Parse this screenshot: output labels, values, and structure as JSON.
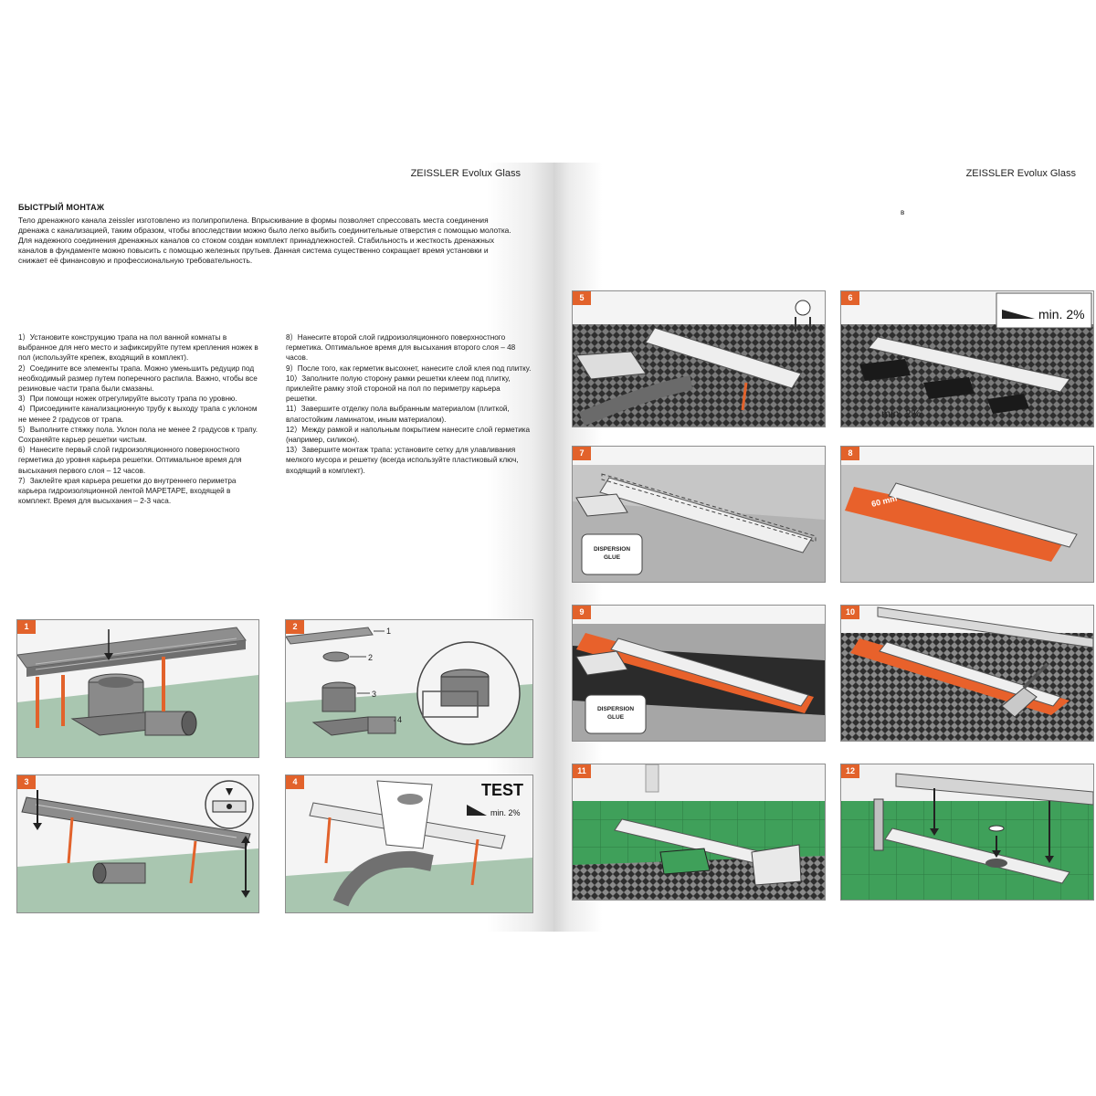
{
  "left_page": {
    "brand": "ZEISSLER Evolux Glass",
    "heading": "БЫСТРЫЙ МОНТАЖ",
    "intro": "Тело дренажного канала zeissler изготовлено из полипропилена. Впрыскивание в формы позволяет спрессовать места соединения дренажа с канализацией, таким образом, чтобы впоследствии можно было легко выбить соединительные отверстия с помощью молотка. Для надежного соединения дренажных каналов со стоком создан комплект принадлежностей. Стабильность и жесткость дренажных каналов в фундаменте можно повысить с помощью железных прутьев. Данная система существенно сокращает время установки и снижает её финансовую и профессиональную требовательность.",
    "steps_col1": [
      "1）Установите конструкцию трапа на пол ванной комнаты в выбранное для него место и зафиксируйте путем крепления ножек в пол (используйте крепеж, входящий в комплект).",
      "2）Соедините все элементы трапа. Можно уменьшить редуцир под необходимый размер путем поперечного распила. Важно, чтобы все резиновые части трапа были смазаны.",
      "3）При помощи ножек отрегулируйте высоту трапа по уровню.",
      "4）Присоедините канализационную трубу к выходу трапа с уклоном не менее 2 градусов от трапа.",
      "5）Выполните стяжку пола. Уклон пола не менее 2 градусов к трапу. Сохраняйте карьер решетки чистым.",
      "6）Нанесите первый слой гидроизоляционного поверхностного герметика до уровня карьера решетки. Оптимальное время для высыхания первого слоя – 12 часов.",
      "7）Заклейте края карьера решетки до внутреннего периметра карьера гидроизоляционной лентой MAPETAPE, входящей в комплект. Время для высыхания – 2-3 часа."
    ],
    "steps_col2": [
      "8）Нанесите второй слой гидроизоляционного поверхностного герметика. Оптимальное время для высыхания второго слоя – 48 часов.",
      "9）После того, как герметик высохнет, нанесите слой клея под плитку.",
      "10）Заполните полую сторону рамки решетки клеем под плитку, приклейте рамку этой стороной на пол по периметру карьера решетки.",
      "11）Завершите отделку пола выбранным материалом (плиткой, влагостойким ламинатом, иным материалом).",
      "12）Между рамкой и напольным покрытием нанесите слой герметика (например, силикон).",
      "13）Завершите монтаж трапа: установите сетку для улавливания мелкого мусора и решетку (всегда используйте пластиковый ключ, входящий в комплект)."
    ]
  },
  "right_page": {
    "brand": "ZEISSLER Evolux Glass",
    "marker": "в"
  },
  "panels": {
    "p1": {
      "num": "1"
    },
    "p2": {
      "num": "2",
      "labels": [
        "1",
        "2",
        "3",
        "4"
      ]
    },
    "p3": {
      "num": "3"
    },
    "p4": {
      "num": "4",
      "test": "TEST",
      "slope": "min. 2%"
    },
    "p5": {
      "num": "5"
    },
    "p6": {
      "num": "6",
      "slope": "min. 2%",
      "slope_floor": "min. 2%"
    },
    "p7": {
      "num": "7",
      "jar": [
        "DISPERSION",
        "GLUE"
      ]
    },
    "p8": {
      "num": "8",
      "tape": "60 mm"
    },
    "p9": {
      "num": "9",
      "jar": [
        "DISPERSION",
        "GLUE"
      ]
    },
    "p10": {
      "num": "10"
    },
    "p11": {
      "num": "11"
    },
    "p12": {
      "num": "12"
    }
  },
  "colors": {
    "accent": "#e2622b",
    "floor_green": "#a9c6b0",
    "tile_green": "#3fa05a",
    "mesh": "#2e2e2e"
  }
}
